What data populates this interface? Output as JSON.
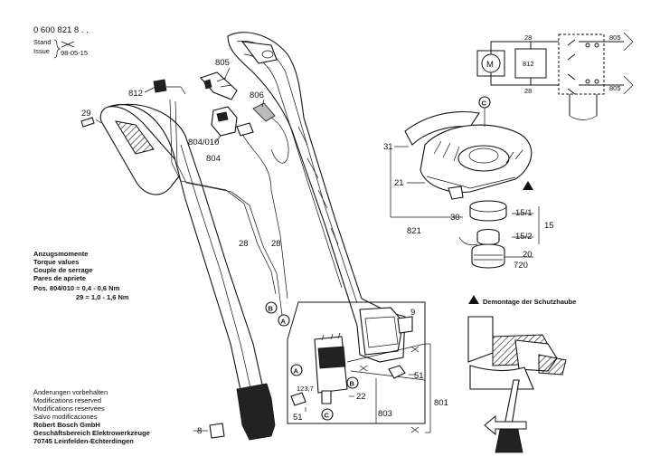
{
  "header": {
    "part_number": "0 600 821 8 . .",
    "stand_label": "Stand",
    "issue_label": "Issue",
    "date": "98-05-15"
  },
  "torque": {
    "title_de": "Anzugsmomente",
    "title_en": "Torque values",
    "title_fr": "Couple de serrage",
    "title_es": "Pares de apriete",
    "row1": "Pos. 804/010 = 0,4 - 0,6 Nm",
    "row2": "29 = 1,0 - 1,6 Nm"
  },
  "footer": {
    "line1": "Änderungen vorbehalten",
    "line2": "Modifications reserved",
    "line3": "Modifications reservées",
    "line4": "Salvo modificaciones",
    "company": "Robert Bosch GmbH",
    "division": "Geschäftsbereich Elektrowerkzeuge",
    "address": "70745 Leinfelden-Echterdingen"
  },
  "guard_note": "Demontage der Schutzhaube",
  "parts": {
    "p8": "8",
    "p9": "9",
    "p15": "15",
    "p15_1": "15/1",
    "p15_2": "15/2",
    "p20": "20",
    "p21": "21",
    "p22": "22",
    "p28a": "28",
    "p28b": "28",
    "p28c": "28",
    "p28d": "28",
    "p29": "29",
    "p30": "30",
    "p31": "31",
    "p51a": "51",
    "p51b": "51",
    "p720": "720",
    "p801": "801",
    "p803": "803",
    "p804": "804",
    "p804_010": "804/010",
    "p805a": "805",
    "p805b": "805",
    "p805c": "805",
    "p806": "806",
    "p812a": "812",
    "p812b": "812",
    "p821": "821",
    "dim": "123,7",
    "motor": "M"
  },
  "markers": {
    "a": "A",
    "b": "B",
    "c": "C"
  }
}
